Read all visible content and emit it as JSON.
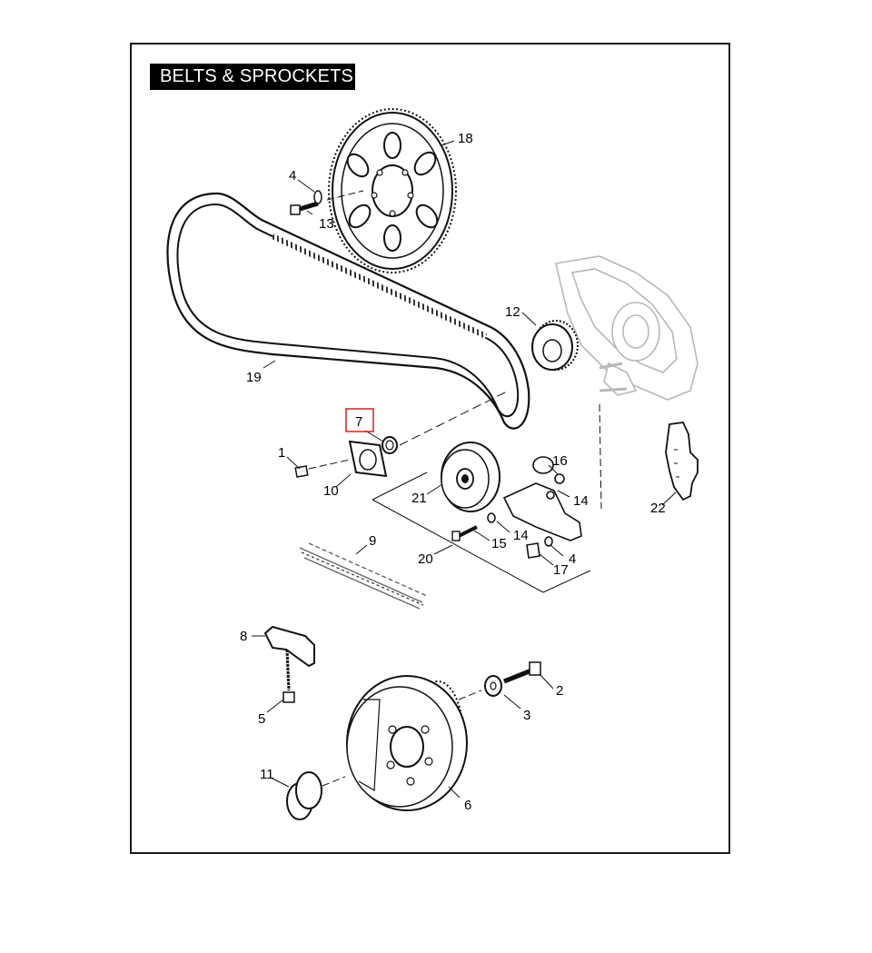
{
  "header": {
    "title": "BELTS & SPROCKETS"
  },
  "callouts": [
    {
      "id": "1",
      "label": "1"
    },
    {
      "id": "2",
      "label": "2"
    },
    {
      "id": "3",
      "label": "3"
    },
    {
      "id": "4a",
      "label": "4"
    },
    {
      "id": "4b",
      "label": "4"
    },
    {
      "id": "5",
      "label": "5"
    },
    {
      "id": "6",
      "label": "6"
    },
    {
      "id": "7",
      "label": "7"
    },
    {
      "id": "8",
      "label": "8"
    },
    {
      "id": "9",
      "label": "9"
    },
    {
      "id": "10",
      "label": "10"
    },
    {
      "id": "11",
      "label": "11"
    },
    {
      "id": "12",
      "label": "12"
    },
    {
      "id": "13",
      "label": "13"
    },
    {
      "id": "14a",
      "label": "14"
    },
    {
      "id": "14b",
      "label": "14"
    },
    {
      "id": "15",
      "label": "15"
    },
    {
      "id": "16",
      "label": "16"
    },
    {
      "id": "17",
      "label": "17"
    },
    {
      "id": "18",
      "label": "18"
    },
    {
      "id": "19",
      "label": "19"
    },
    {
      "id": "20",
      "label": "20"
    },
    {
      "id": "21",
      "label": "21"
    },
    {
      "id": "22",
      "label": "22"
    }
  ],
  "highlight": {
    "callout": "7",
    "color": "#d42020"
  }
}
